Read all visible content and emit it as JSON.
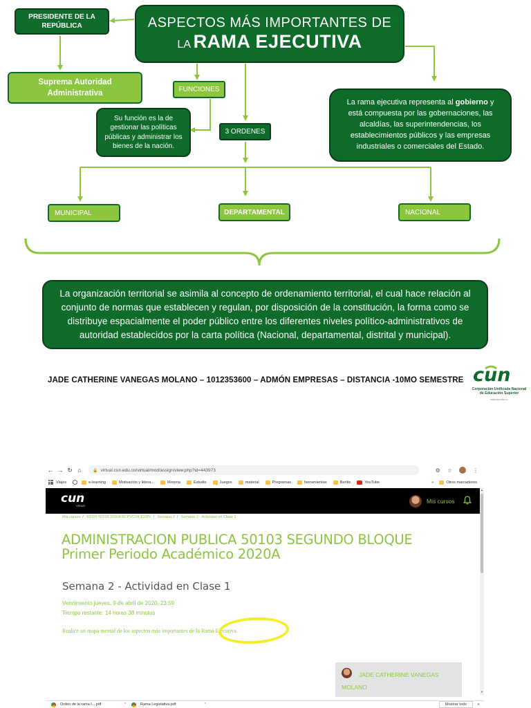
{
  "mindmap": {
    "title_line1": "ASPECTOS MÁS IMPORTANTES DE",
    "title_line2_prefix": "LA",
    "title_line2_emph": "RAMA EJECUTIVA",
    "presidente": "PRESIDENTE DE LA REPÚBLICA",
    "suprema": "Suprema Autoridad Administrativa",
    "funciones": "FUNCIONES",
    "su_funcion": "Su función es la de gestionar las políticas públicas y administrar los bienes de la nación.",
    "ordenes": "3 ORDENES",
    "rama_text_1": "La rama ejecutiva representa al ",
    "rama_text_bold": "gobierno",
    "rama_text_2": " y está compuesta por las gobernaciones, las alcaldías, las superintendencias, los establecimientos públicos y las empresas industriales o comerciales del Estado.",
    "municipal": "MUNICIPAL",
    "departamental": "DEPARTAMENTAL",
    "nacional": "NACIONAL",
    "organizacion": "La organización territorial se asimila al concepto de ordenamiento territorial, el cual hace relación al conjunto de normas que establecen y regulan, por disposición de la constitución, la forma como se distribuye espacialmente el poder público entre los diferentes niveles político-administrativos de autoridad establecidos por la carta política (Nacional, departamental, distrital y municipal)."
  },
  "author_line": "JADE CATHERINE VANEGAS MOLANO – 1012353600 – ADMÓN EMPRESAS – DISTANCIA -10MO SEMESTRE",
  "logo": {
    "wordmark": "cun",
    "caption_1": "Corporación Unificada Nacional",
    "caption_2": "de Educación Superior",
    "caption_3": "www.cun.edu.co"
  },
  "browser": {
    "url": "virtual.cun.edu.co/virtual/mod/assign/view.php?id=443973",
    "bookmarks": [
      "Viajes",
      "e-learning",
      "Motivación y lidera...",
      "Morena",
      "Estudio",
      "Juegos",
      "material",
      "Programas",
      "herramientas",
      "Berlitz",
      "YouTube"
    ],
    "bookmarks_more": "»",
    "other_bookmarks": "Otros marcadores",
    "site_logo": "cun",
    "site_logo_sub": "Virtual",
    "mis_cursos": "Mis cursos",
    "breadcrumb": [
      "Mis cursos",
      "69195 50103 2020A 82 PVC04 1028V",
      "Semana 2",
      "Semana 2 - Actividad en Clase 1"
    ],
    "course_title_line1": "ADMINISTRACION PUBLICA 50103 SEGUNDO BLOQUE",
    "course_title_line2": "Primer Periodo Académico 2020A",
    "activity_title": "Semana 2 - Actividad en Clase 1",
    "vencimiento": "Vencimiento jueves, 9 de abril de 2020, 23:59",
    "tiempo": "Tiempo restante: 14 horas 38 minutos",
    "instruction": "Realice un mapa mental de los aspectos más importantes de la Rama Ejecutiva.",
    "user_name": "JADE CATHERINE VANEGAS MOLANO",
    "downloads": [
      "Orden de la rama l....pdf",
      "Rama Legislativa.pdf"
    ],
    "mostrar_todo": "Mostrar todo"
  },
  "colors": {
    "dark_green": "#0f6b2a",
    "light_green": "#8cc63f",
    "highlight": "#f5ee27"
  }
}
